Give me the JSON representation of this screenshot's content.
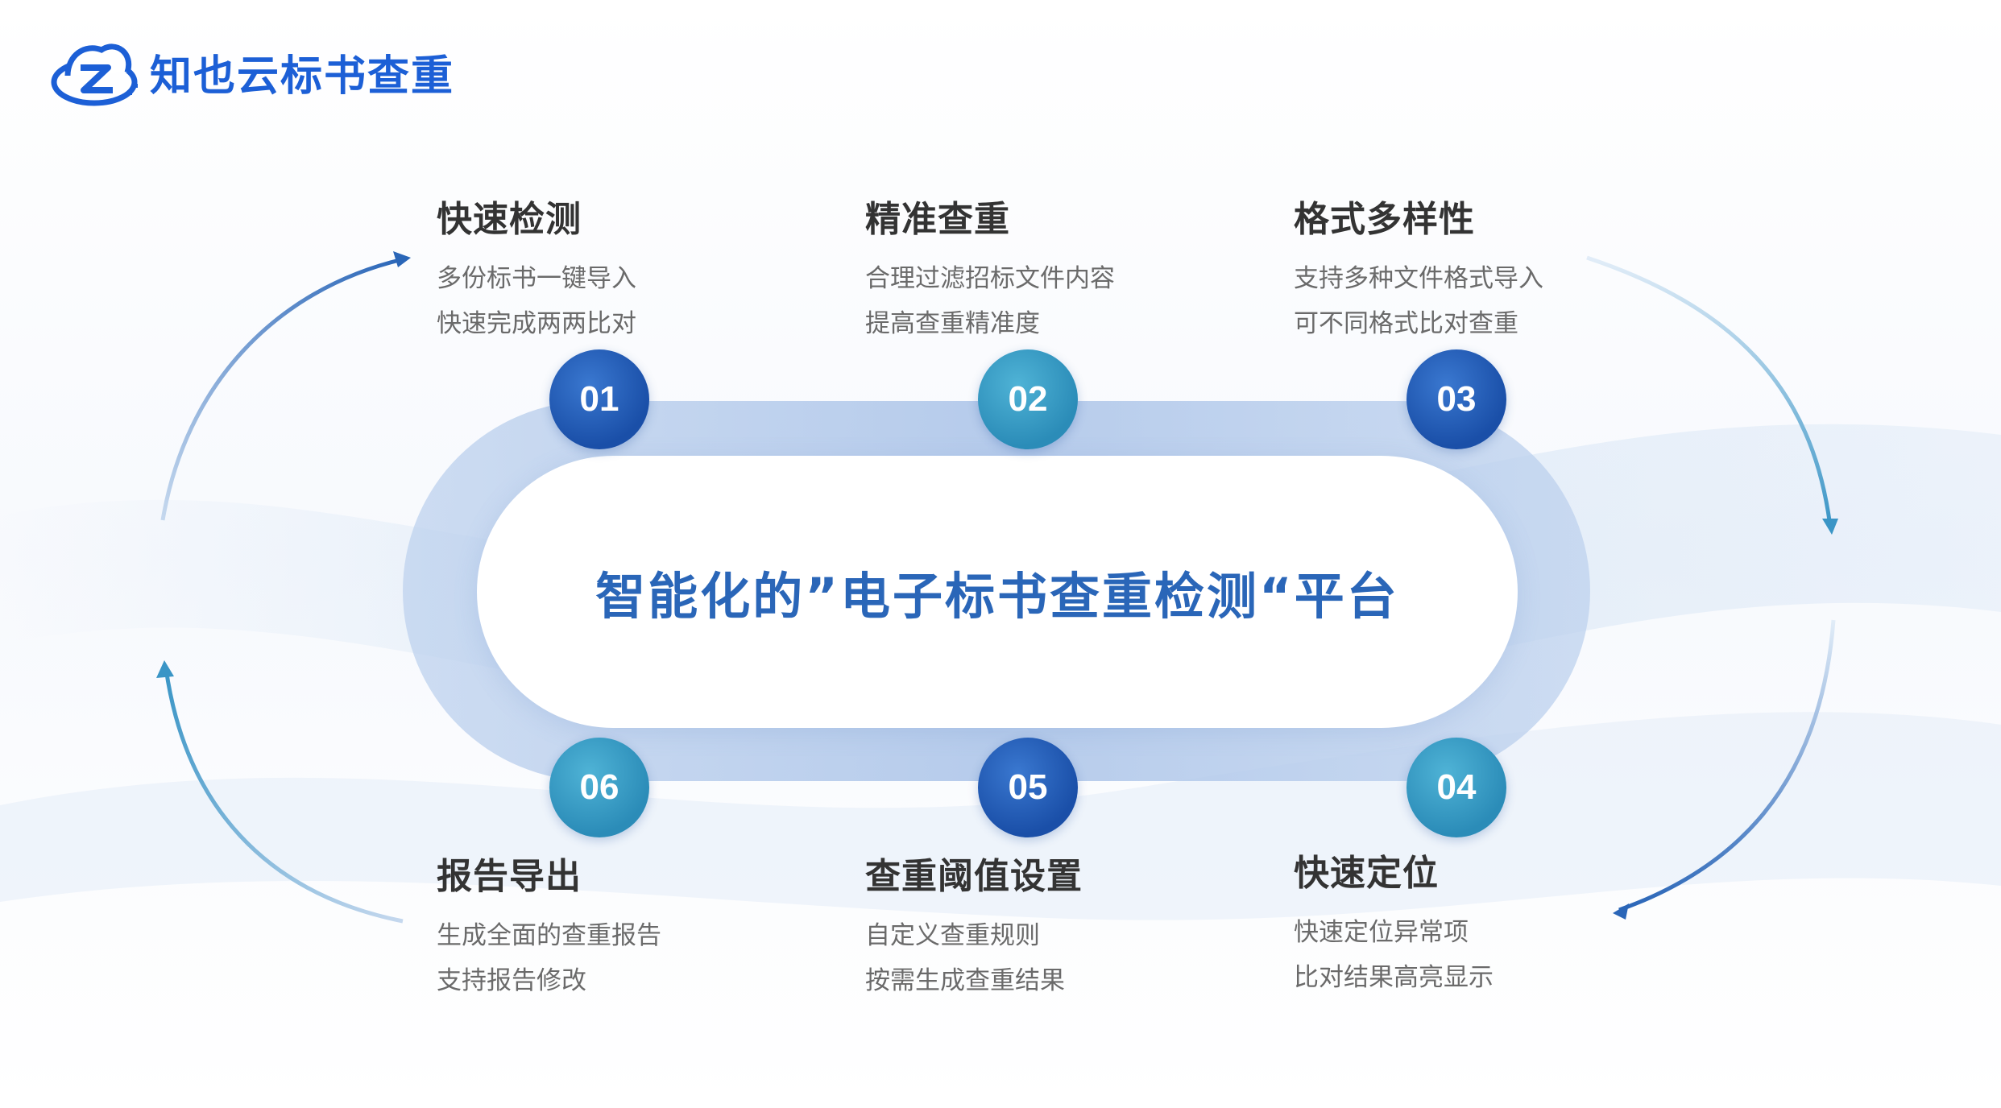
{
  "logo": {
    "text": "知也云标书查重",
    "icon": "cloud-z-icon"
  },
  "center_title": "智能化的”电子标书查重检测“平台",
  "features": [
    {
      "number": "01",
      "title": "快速检测",
      "lines": [
        "多份标书一键导入",
        "快速完成两两比对"
      ]
    },
    {
      "number": "02",
      "title": "精准查重",
      "lines": [
        "合理过滤招标文件内容",
        "提高查重精准度"
      ]
    },
    {
      "number": "03",
      "title": "格式多样性",
      "lines": [
        "支持多种文件格式导入",
        "可不同格式比对查重"
      ]
    },
    {
      "number": "04",
      "title": "快速定位",
      "lines": [
        "快速定位异常项",
        "比对结果高亮显示"
      ]
    },
    {
      "number": "05",
      "title": "查重阈值设置",
      "lines": [
        "自定义查重规则",
        "按需生成查重结果"
      ]
    },
    {
      "number": "06",
      "title": "报告导出",
      "lines": [
        "生成全面的查重报告",
        "支持报告修改"
      ]
    }
  ],
  "colors": {
    "brand_blue": "#1c5fd6",
    "badge_dark": "#1a4fa8",
    "badge_light": "#2b8cb8",
    "title_blue": "#2a66b8"
  }
}
